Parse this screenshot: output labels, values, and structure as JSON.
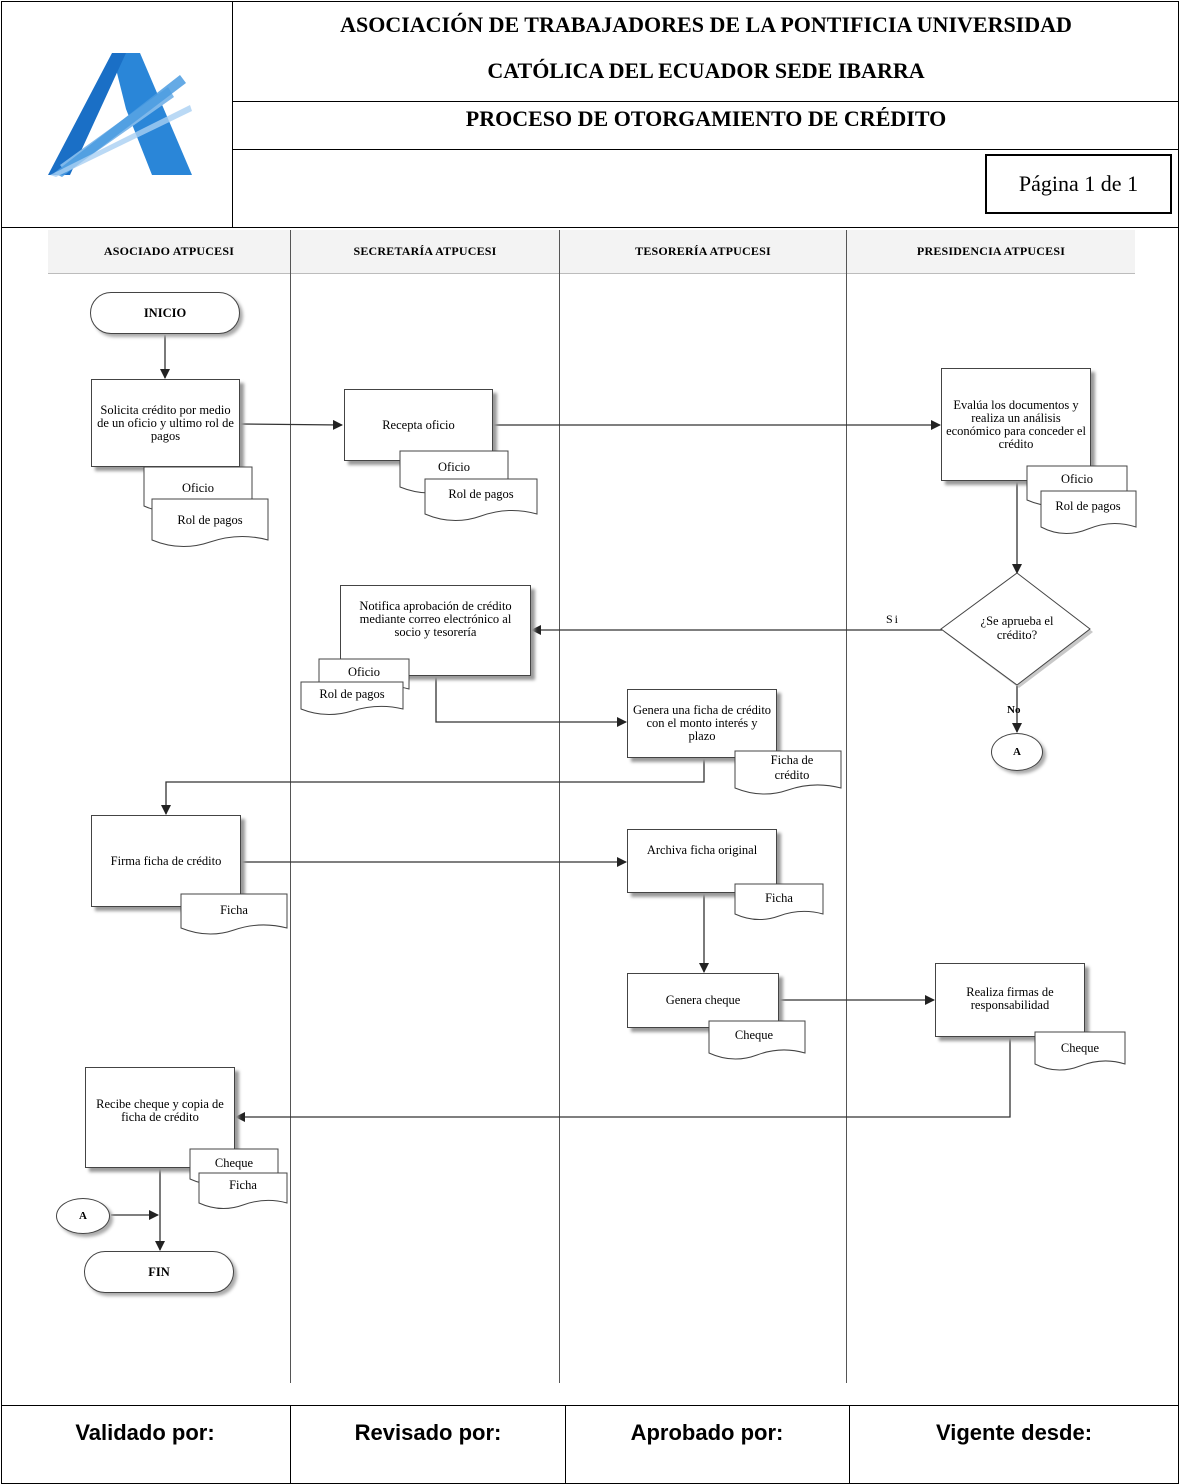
{
  "header": {
    "org_line1": "ASOCIACIÓN DE TRABAJADORES DE LA PONTIFICIA UNIVERSIDAD",
    "org_line2": "CATÓLICA DEL ECUADOR SEDE IBARRA",
    "process_title": "PROCESO DE OTORGAMIENTO DE CRÉDITO",
    "page_label": "Página 1 de 1"
  },
  "lanes": [
    "ASOCIADO ATPUCESI",
    "SECRETARÍA ATPUCESI",
    "TESORERÍA ATPUCESI",
    "PRESIDENCIA ATPUCESI"
  ],
  "nodes": {
    "inicio": "INICIO",
    "solicita": "Solicita crédito por medio de un oficio y ultimo rol de pagos",
    "recepta": "Recepta oficio",
    "evalua": "Evalúa los documentos y realiza un análisis económico para conceder el crédito",
    "decision": "¿Se aprueba el crédito?",
    "notifica": "Notifica aprobación de crédito mediante correo electrónico al socio y tesorería",
    "genera_ficha": "Genera una ficha de crédito con el monto interés y plazo",
    "firma": "Firma ficha de crédito",
    "archiva": "Archiva ficha original",
    "genera_cheque": "Genera cheque",
    "realiza_firmas": "Realiza firmas de responsabilidad",
    "recibe": "Recibe cheque y copia de ficha de crédito",
    "connector_a": "A",
    "fin": "FIN"
  },
  "edge_labels": {
    "yes": "Si",
    "no": "No"
  },
  "documents": {
    "oficio": "Oficio",
    "rol_de_pagos": "Rol de pagos",
    "ficha_de_credito": "Ficha de crédito",
    "ficha": "Ficha",
    "cheque": "Cheque"
  },
  "footer": [
    "Validado por:",
    "Revisado por:",
    "Aprobado por:",
    "Vigente desde:"
  ],
  "colors": {
    "logo_blue": "#1f7fd6",
    "logo_dark": "#0a5db8",
    "lane_header_bg": "#f3f3f3"
  }
}
